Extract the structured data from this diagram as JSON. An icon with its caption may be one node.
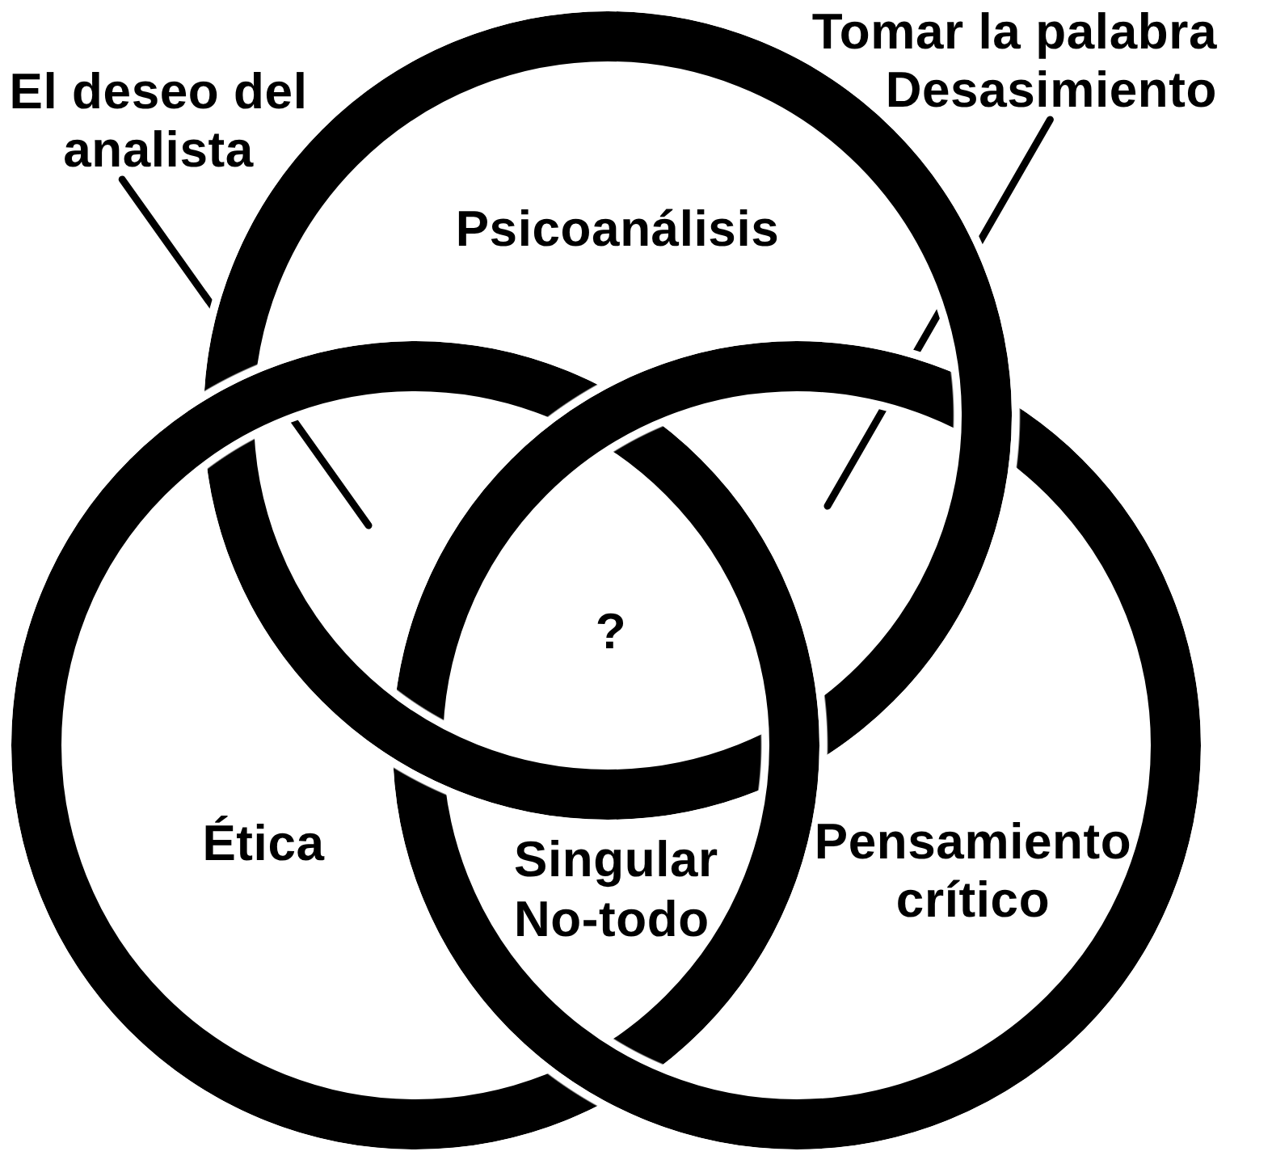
{
  "diagram": {
    "nodes": [
      {
        "text": [
          "El deseo del analista"
        ]
      },
      {
        "text": [
          "Tomar la palabra",
          "Desasimiento"
        ]
      },
      {
        "text": [
          "Psicoanálisis"
        ]
      },
      {
        "text": [
          "Ética"
        ]
      },
      {
        "text": [
          "Pensamiento crítico"
        ]
      }
    ],
    "edges": [
      {
        "from": 0,
        "to": 2,
        "arrow": "none"
      },
      {
        "from": 1,
        "to": 2,
        "arrow": "none"
      }
    ],
    "labels": [
      "?",
      "Singular",
      "No-todo"
    ]
  }
}
